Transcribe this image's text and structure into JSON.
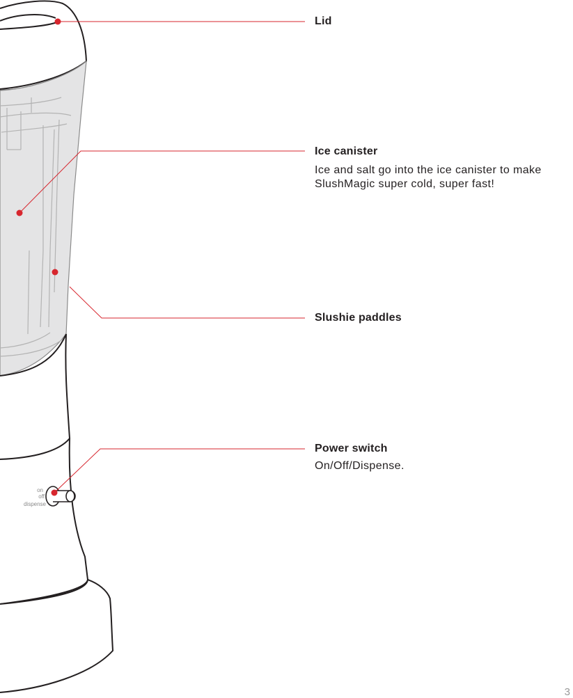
{
  "page_number": "3",
  "accent_color": "#d7262e",
  "switch_labels": [
    "on",
    "off",
    "dispense"
  ],
  "callouts": {
    "lid": {
      "title": "Lid"
    },
    "ice_canister": {
      "title": "Ice canister",
      "description": "Ice and salt go into the ice canister to make SlushMagic super cold, super fast!"
    },
    "slushie_paddles": {
      "title": "Slushie paddles"
    },
    "power_switch": {
      "title": "Power switch",
      "description": "On/Off/Dispense."
    }
  }
}
